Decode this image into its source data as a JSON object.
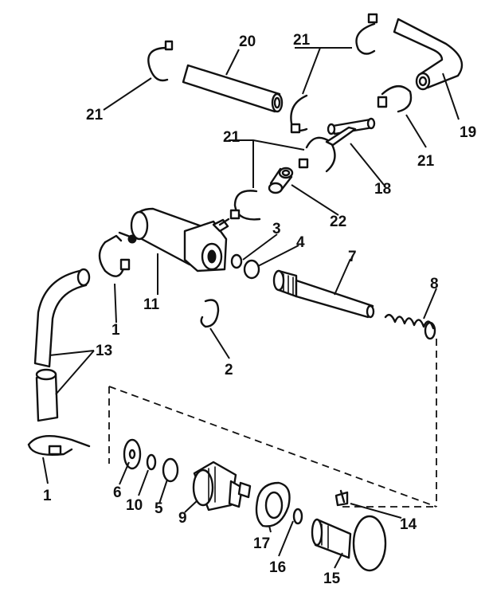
{
  "labels": {
    "p1a": "1",
    "p1b": "1",
    "p2": "2",
    "p3": "3",
    "p4": "4",
    "p5": "5",
    "p6": "6",
    "p7": "7",
    "p8": "8",
    "p9": "9",
    "p10": "10",
    "p11": "11",
    "p13": "13",
    "p14": "14",
    "p15": "15",
    "p16": "16",
    "p17": "17",
    "p18": "18",
    "p19": "19",
    "p20": "20",
    "p21a": "21",
    "p21b": "21",
    "p21c": "21",
    "p21d": "21",
    "p22": "22"
  }
}
